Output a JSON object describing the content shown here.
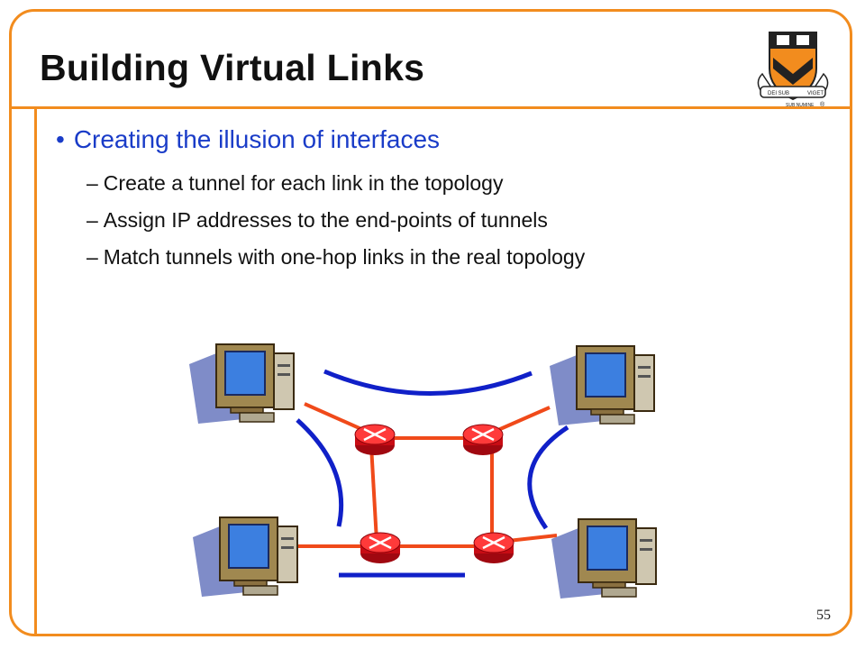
{
  "slide": {
    "title": "Building Virtual Links",
    "bullet": "Creating the illusion of interfaces",
    "sub_bullets": [
      "Create a tunnel for each link in the topology",
      "Assign IP addresses to the end-points of tunnels",
      "Match tunnels with one-hop links in the real topology"
    ],
    "page_number": "55"
  },
  "logo": {
    "motto_left": "DEI SUB",
    "motto_mid": "SUB NUMINE",
    "motto_right": "VIGET"
  },
  "colors": {
    "accent": "#f28c1e",
    "bullet": "#1a3cc8",
    "tunnel": "#1020c8",
    "link": "#f04a1a",
    "router": "#e8141c"
  },
  "icons": {
    "logo": "princeton-shield-icon",
    "host": "desktop-computer-icon",
    "router": "router-icon"
  }
}
